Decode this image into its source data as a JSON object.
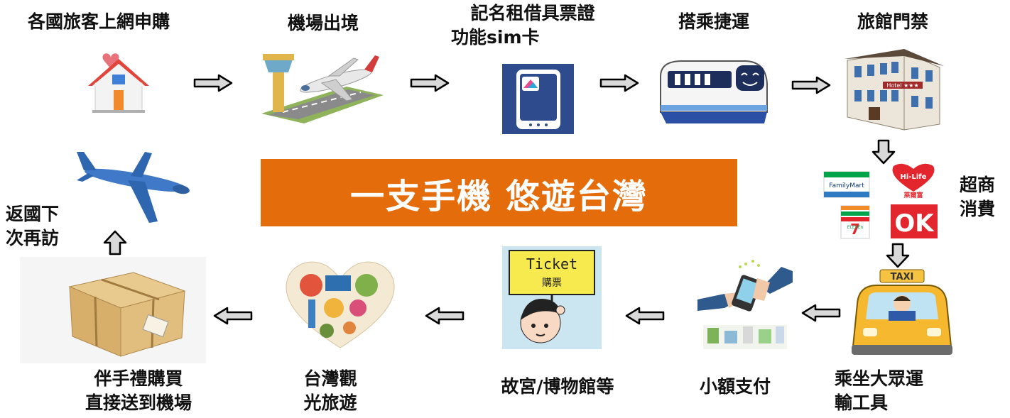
{
  "banner": {
    "title": "一支手機 悠遊台灣"
  },
  "steps": [
    {
      "id": "apply",
      "lines": [
        "各國旅客上網申購"
      ],
      "icon": "house-icon"
    },
    {
      "id": "departure",
      "lines": [
        "機場出境"
      ],
      "icon": "airport-plane-icon"
    },
    {
      "id": "sim",
      "lines": [
        "記名租借具票證",
        "功能sim卡"
      ],
      "icon": "phone-card-icon"
    },
    {
      "id": "mrt",
      "lines": [
        "搭乘捷運"
      ],
      "icon": "metro-train-icon"
    },
    {
      "id": "hotel",
      "lines": [
        "旅館門禁"
      ],
      "icon": "hotel-icon"
    },
    {
      "id": "store",
      "lines": [
        "超商",
        "消費"
      ],
      "icon": "convenience-store-logos-icon"
    },
    {
      "id": "transport",
      "lines": [
        "乘坐大眾運",
        "輸工具"
      ],
      "icon": "taxi-icon"
    },
    {
      "id": "micropay",
      "lines": [
        "小額支付"
      ],
      "icon": "payment-terminal-icon"
    },
    {
      "id": "museum",
      "lines": [
        "故宮/博物館等"
      ],
      "icon": "ticket-sign-icon"
    },
    {
      "id": "tour",
      "lines": [
        "台灣觀",
        "光旅遊"
      ],
      "icon": "taiwan-heart-collage-icon"
    },
    {
      "id": "gift",
      "lines": [
        "伴手禮購買",
        "直接送到機場"
      ],
      "icon": "parcel-box-icon"
    },
    {
      "id": "return",
      "lines": [
        "返國下",
        "次再訪"
      ],
      "icon": "airplane-icon"
    }
  ],
  "images": {
    "ticket_sign": {
      "line1": "Ticket",
      "line2": "購票"
    },
    "hotel_sign": "Hotel ★★★",
    "taxi_sign": "TAXI",
    "familymart": "FamilyMart",
    "hilife": "Hi-Life",
    "hilife_sub": "萊爾富",
    "ok": "OK",
    "seven_eleven": "ELEVEn"
  },
  "colors": {
    "banner_bg": "#E46C0A",
    "banner_text": "#FFFFFF",
    "arrow_fill": "#D9D9D9",
    "arrow_stroke": "#000000"
  }
}
